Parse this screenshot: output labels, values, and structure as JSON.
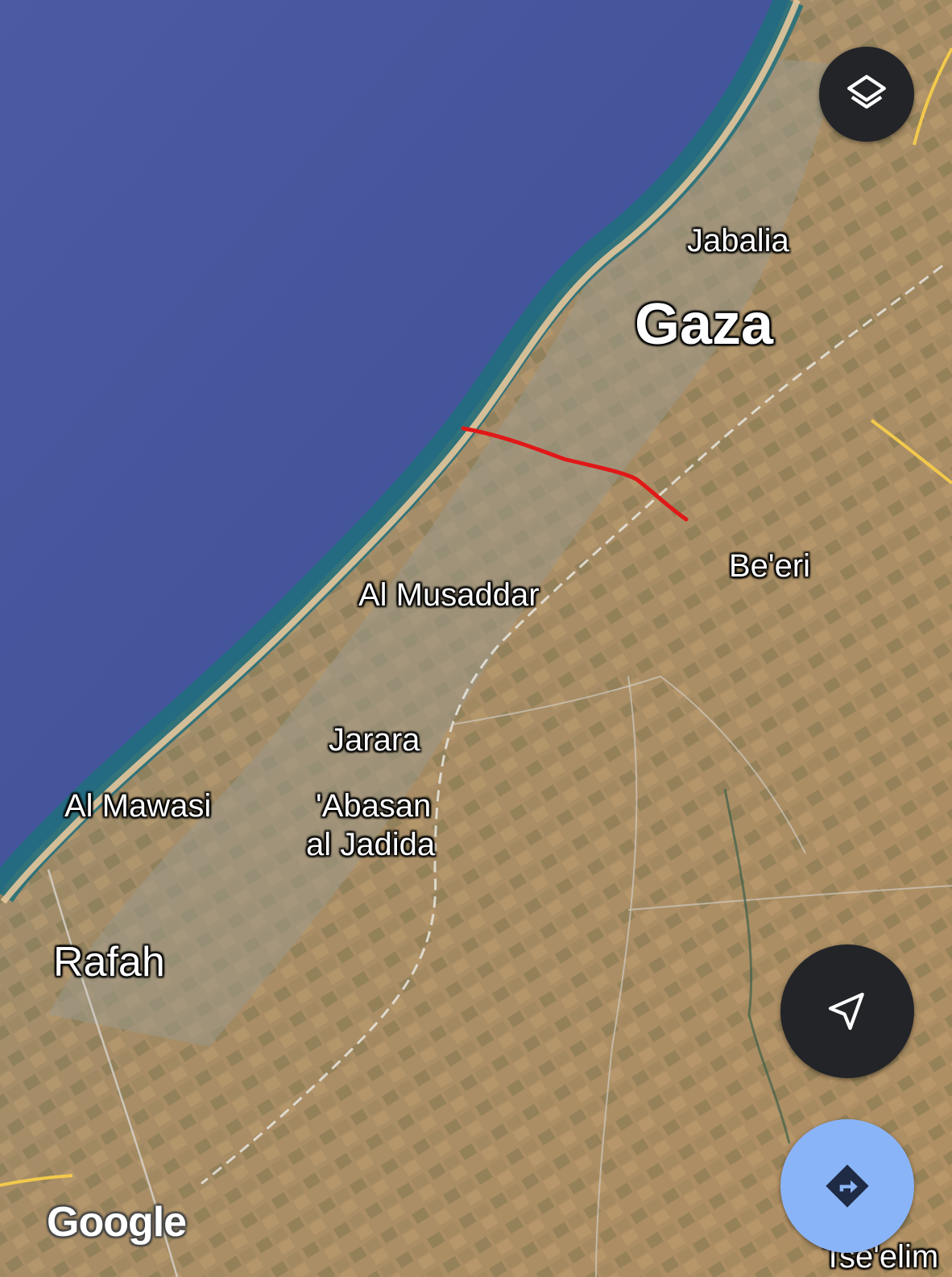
{
  "map": {
    "type": "satellite",
    "labels": {
      "jabalia": "Jabalia",
      "gaza": "Gaza",
      "beeri": "Be'eri",
      "al_musaddar": "Al Musaddar",
      "jarara": "Jarara",
      "al_mawasi": "Al Mawasi",
      "abasan_line1": "'Abasan",
      "abasan_line2": "al Jadida",
      "rafah": "Rafah",
      "tseelim": "Tse'elim"
    },
    "attribution_logo": "Google",
    "route_color": "#e01818"
  },
  "controls": {
    "layers": {
      "icon": "layers-icon"
    },
    "my_location": {
      "icon": "navigation-arrow-icon"
    },
    "directions": {
      "icon": "directions-icon",
      "color": "#8ab4f8"
    }
  }
}
